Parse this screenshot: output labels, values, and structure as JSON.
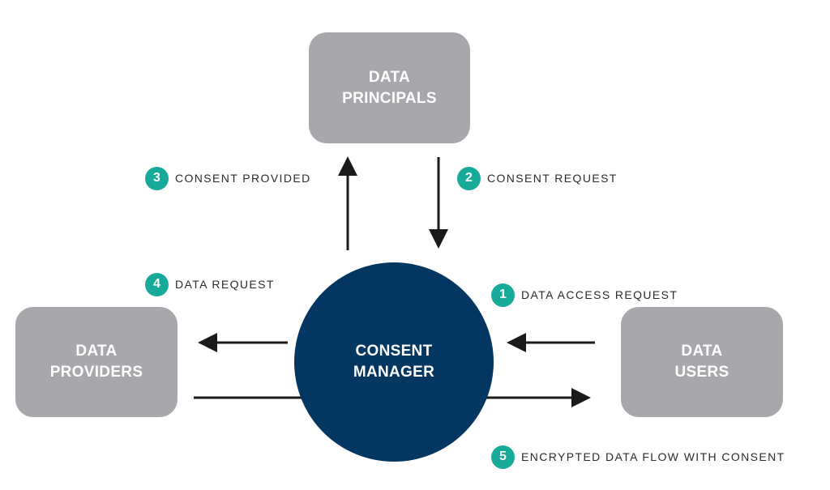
{
  "nodes": {
    "principals": {
      "line1": "DATA",
      "line2": "PRINCIPALS"
    },
    "providers": {
      "line1": "DATA",
      "line2": "PROVIDERS"
    },
    "users": {
      "line1": "DATA",
      "line2": "USERS"
    },
    "manager": {
      "line1": "CONSENT",
      "line2": "MANAGER"
    }
  },
  "steps": [
    {
      "number": "1",
      "label": "DATA ACCESS REQUEST"
    },
    {
      "number": "2",
      "label": "CONSENT REQUEST"
    },
    {
      "number": "3",
      "label": "CONSENT PROVIDED"
    },
    {
      "number": "4",
      "label": "DATA REQUEST"
    },
    {
      "number": "5",
      "label": "ENCRYPTED DATA FLOW WITH CONSENT"
    }
  ],
  "colors": {
    "box": "#a7a8ab",
    "manager": "#033660",
    "badge": "#17a99a",
    "arrow": "#1a1a1a",
    "text": "#2b2b2b"
  }
}
